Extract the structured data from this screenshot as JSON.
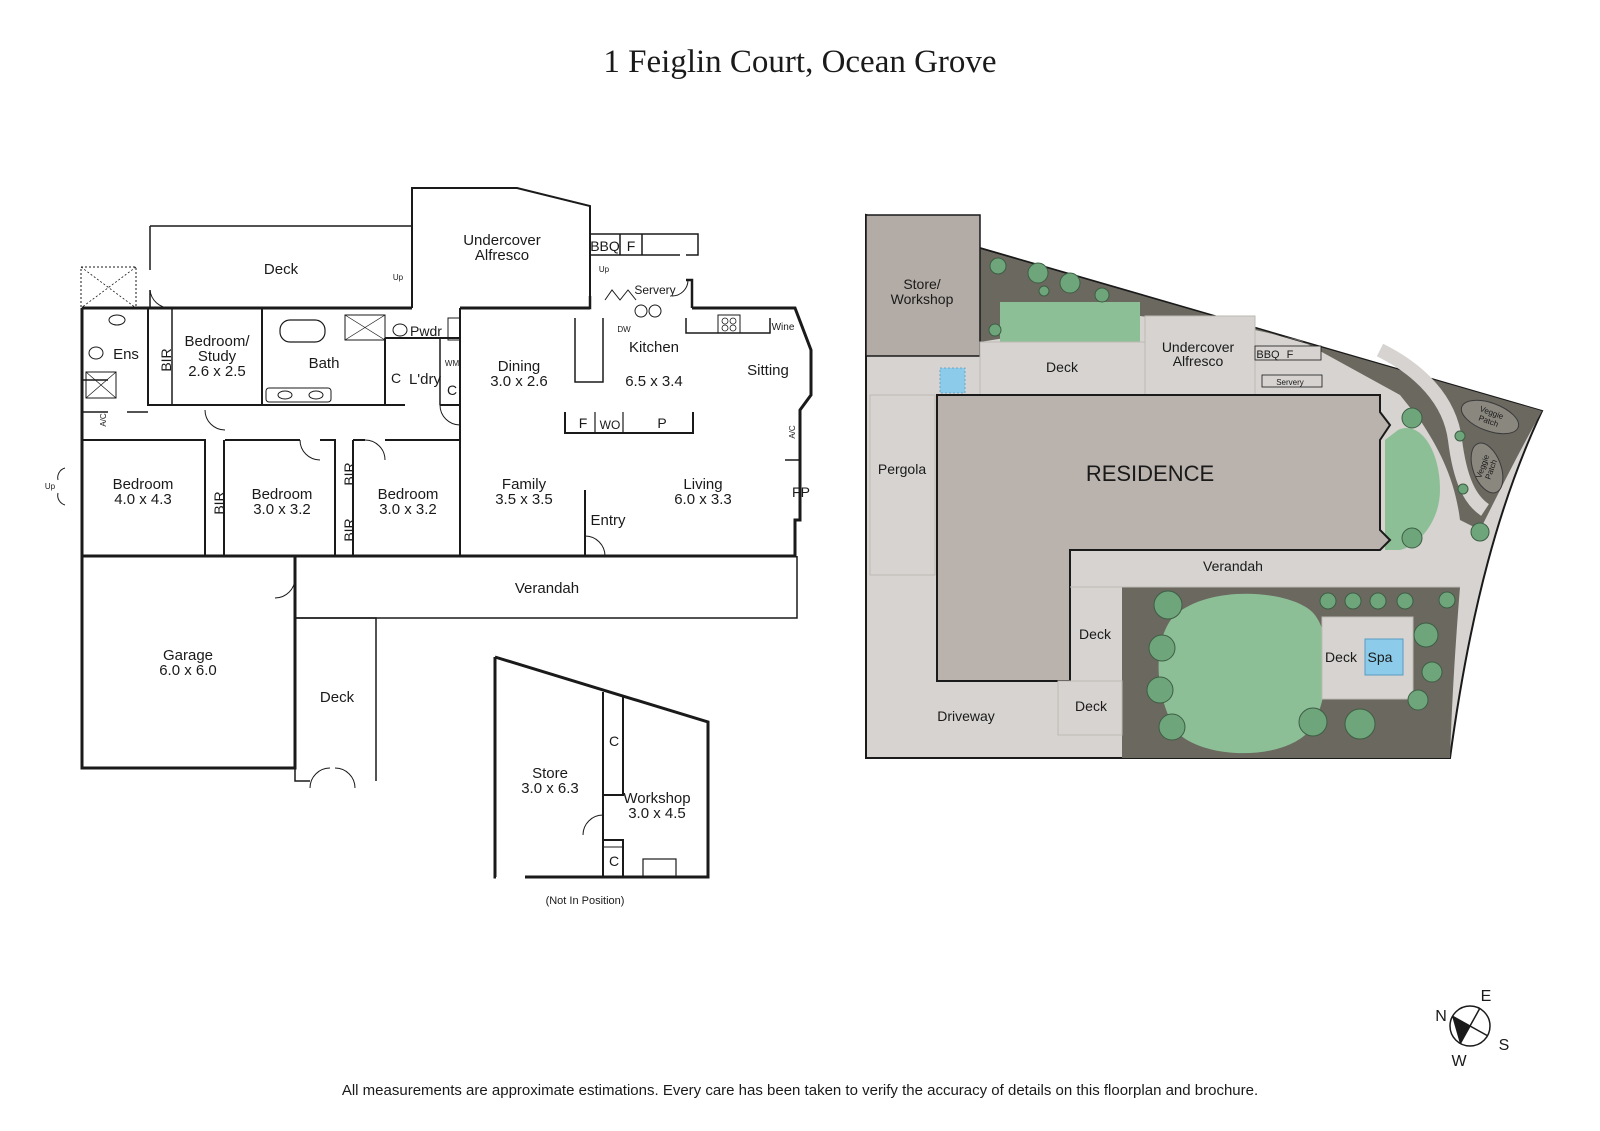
{
  "title": "1 Feiglin Court, Ocean Grove",
  "disclaimer": "All measurements are approximate estimations. Every care has been taken to verify the accuracy of details on this floorplan and brochure.",
  "floorplan": {
    "deck_top": "Deck",
    "alfresco": [
      "Undercover",
      "Alfresco"
    ],
    "bbq": "BBQ",
    "f_top": "F",
    "up_deck": "Up",
    "up_alfresco": "Up",
    "servery": "Servery",
    "wine": "Wine",
    "dw": "DW",
    "ens": "Ens",
    "bir1": "BIR",
    "bed_study": [
      "Bedroom/",
      "Study",
      "2.6 x 2.5"
    ],
    "bath": "Bath",
    "pwdr": "Pwdr",
    "c_ldry": "C",
    "ldry": "L'dry",
    "wm": "WM",
    "c_ldry2": "C",
    "dining": [
      "Dining",
      "3.0 x 2.6"
    ],
    "kitchen": [
      "Kitchen",
      "6.5 x 3.4"
    ],
    "sitting": "Sitting",
    "ac1": "A/C",
    "ac2": "A/C",
    "up_side": "Up",
    "bed_main": [
      "Bedroom",
      "4.0 x 4.3"
    ],
    "bir2": "BIR",
    "bed2": [
      "Bedroom",
      "3.0 x 3.2"
    ],
    "bir3": "BIR",
    "bir4": "BIR",
    "bed3": [
      "Bedroom",
      "3.0 x 3.2"
    ],
    "family": [
      "Family",
      "3.5 x 3.5"
    ],
    "f_kitchen": "F",
    "wo": "WO",
    "p": "P",
    "living": [
      "Living",
      "6.0 x 3.3"
    ],
    "fp": "FP",
    "entry": "Entry",
    "verandah": "Verandah",
    "garage": [
      "Garage",
      "6.0 x 6.0"
    ],
    "deck_bottom": "Deck",
    "store": [
      "Store",
      "3.0 x 6.3"
    ],
    "workshop": [
      "Workshop",
      "3.0 x 4.5"
    ],
    "c_ws1": "C",
    "c_ws2": "C",
    "not_in_position": "(Not In Position)"
  },
  "siteplan": {
    "store_workshop": [
      "Store/",
      "Workshop"
    ],
    "deck_top": "Deck",
    "alfresco": [
      "Undercover",
      "Alfresco"
    ],
    "bbq": "BBQ",
    "f": "F",
    "servery": "Servery",
    "residence": "RESIDENCE",
    "pergola": "Pergola",
    "verandah": "Verandah",
    "deck_mid": "Deck",
    "deck_low": "Deck",
    "deck_spa": "Deck",
    "spa": "Spa",
    "driveway": "Driveway",
    "veggie1": [
      "Veggie",
      "Patch"
    ],
    "veggie2": [
      "Veggie",
      "Patch"
    ]
  },
  "compass": {
    "n": "N",
    "e": "E",
    "s": "S",
    "w": "W"
  },
  "colors": {
    "wall": "#1a1a1a",
    "residence": "#b9b2ad",
    "paving": "#d6d3d0",
    "lawn": "#8dbf97",
    "garden": "#6b6860",
    "spa": "#8ccbea",
    "store": "#b3aca6"
  }
}
